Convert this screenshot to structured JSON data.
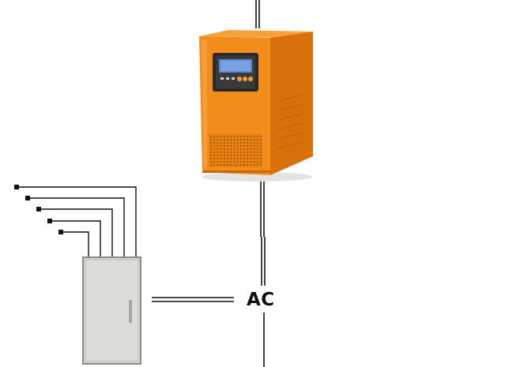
{
  "diagram": {
    "ac_label": "AC",
    "colors": {
      "inverter_body": "#f28c1a",
      "inverter_side": "#d8700c",
      "inverter_top": "#f7a13c",
      "lcd_screen": "#5a86d4",
      "cabinet_body": "#d8d8d4",
      "wire": "#111111"
    },
    "components": [
      "inverter",
      "distribution-cabinet"
    ],
    "branch_circuits": 5
  }
}
